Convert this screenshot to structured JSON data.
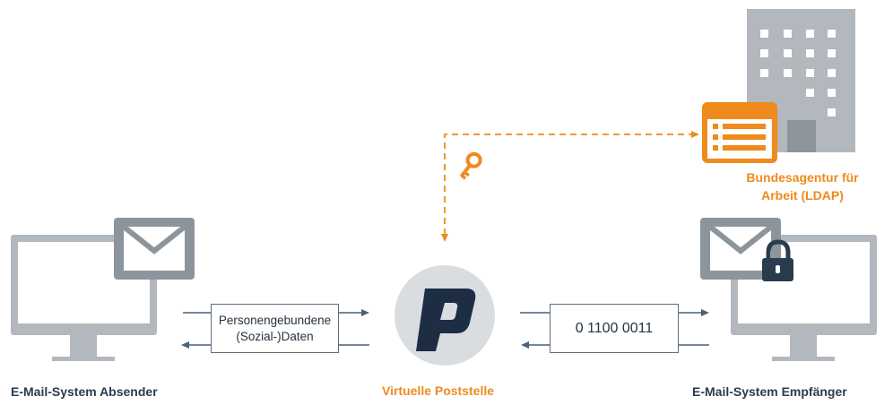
{
  "colors": {
    "orange": "#ef8a1d",
    "grey": "#b2b8bd",
    "dark_grey": "#8c959c",
    "navy": "#2a3b4d",
    "arrow": "#4b6175",
    "logo_bg": "#d9dde0",
    "logo": "#1c2d44"
  },
  "labels": {
    "sender": "E-Mail-System Absender",
    "server": "Virtuelle Poststelle",
    "receiver": "E-Mail-System Empfänger",
    "agency_line1": "Bundesagentur für",
    "agency_line2": "Arbeit (LDAP)"
  },
  "boxes": {
    "personal_data_line1": "Personengebundene",
    "personal_data_line2": "(Sozial-)Daten",
    "binary": "0 1100 0011"
  },
  "icons": [
    "monitor-icon",
    "envelope-icon",
    "logo-icon",
    "key-icon",
    "building-icon",
    "directory-icon",
    "lock-icon"
  ]
}
